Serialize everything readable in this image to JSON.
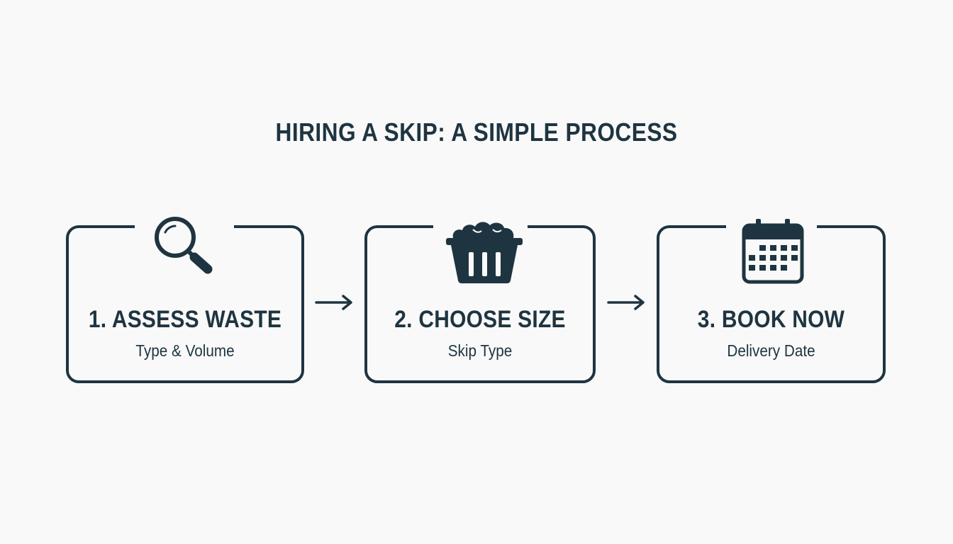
{
  "title": "HIRING A SKIP: A SIMPLE PROCESS",
  "steps": [
    {
      "title": "1. ASSESS WASTE",
      "subtitle": "Type & Volume",
      "icon": "magnifying-glass-icon"
    },
    {
      "title": "2. CHOOSE SIZE",
      "subtitle": "Skip Type",
      "icon": "skip-bin-icon"
    },
    {
      "title": "3. BOOK NOW",
      "subtitle": "Delivery Date",
      "icon": "calendar-icon"
    }
  ],
  "colors": {
    "primary": "#1f3441",
    "background": "#f8f9f8"
  }
}
